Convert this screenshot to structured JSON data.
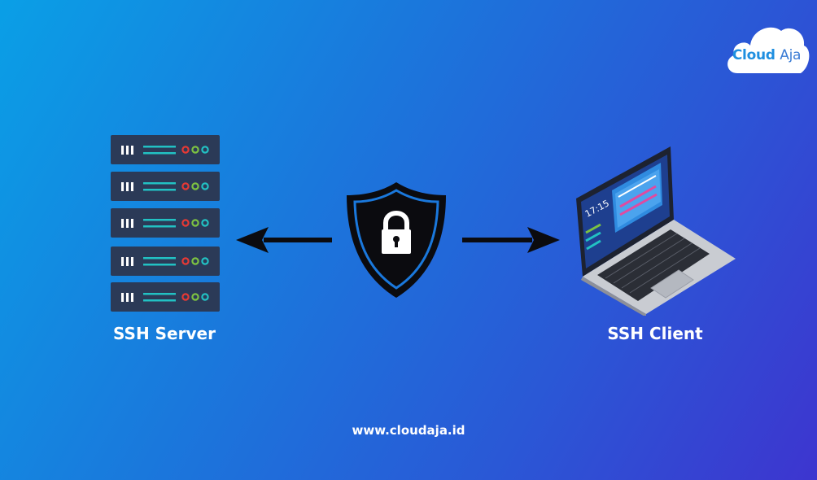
{
  "logo": {
    "word1": "Cloud",
    "word2": "Aja"
  },
  "diagram": {
    "server_label": "SSH Server",
    "client_label": "SSH Client",
    "laptop_clock": "17:15"
  },
  "footer": {
    "website": "www.cloudaja.id"
  },
  "colors": {
    "background_start": "#0a9fe6",
    "background_end": "#3d35cf",
    "server_unit": "#2b3a57",
    "led_red": "#e53935",
    "led_green": "#7cc242",
    "led_cyan": "#22c1c3",
    "shield": "#0b0b0f"
  },
  "icons": [
    "cloud-logo-icon",
    "server-rack-icon",
    "shield-lock-icon",
    "laptop-icon",
    "arrow-left-icon",
    "arrow-right-icon"
  ]
}
